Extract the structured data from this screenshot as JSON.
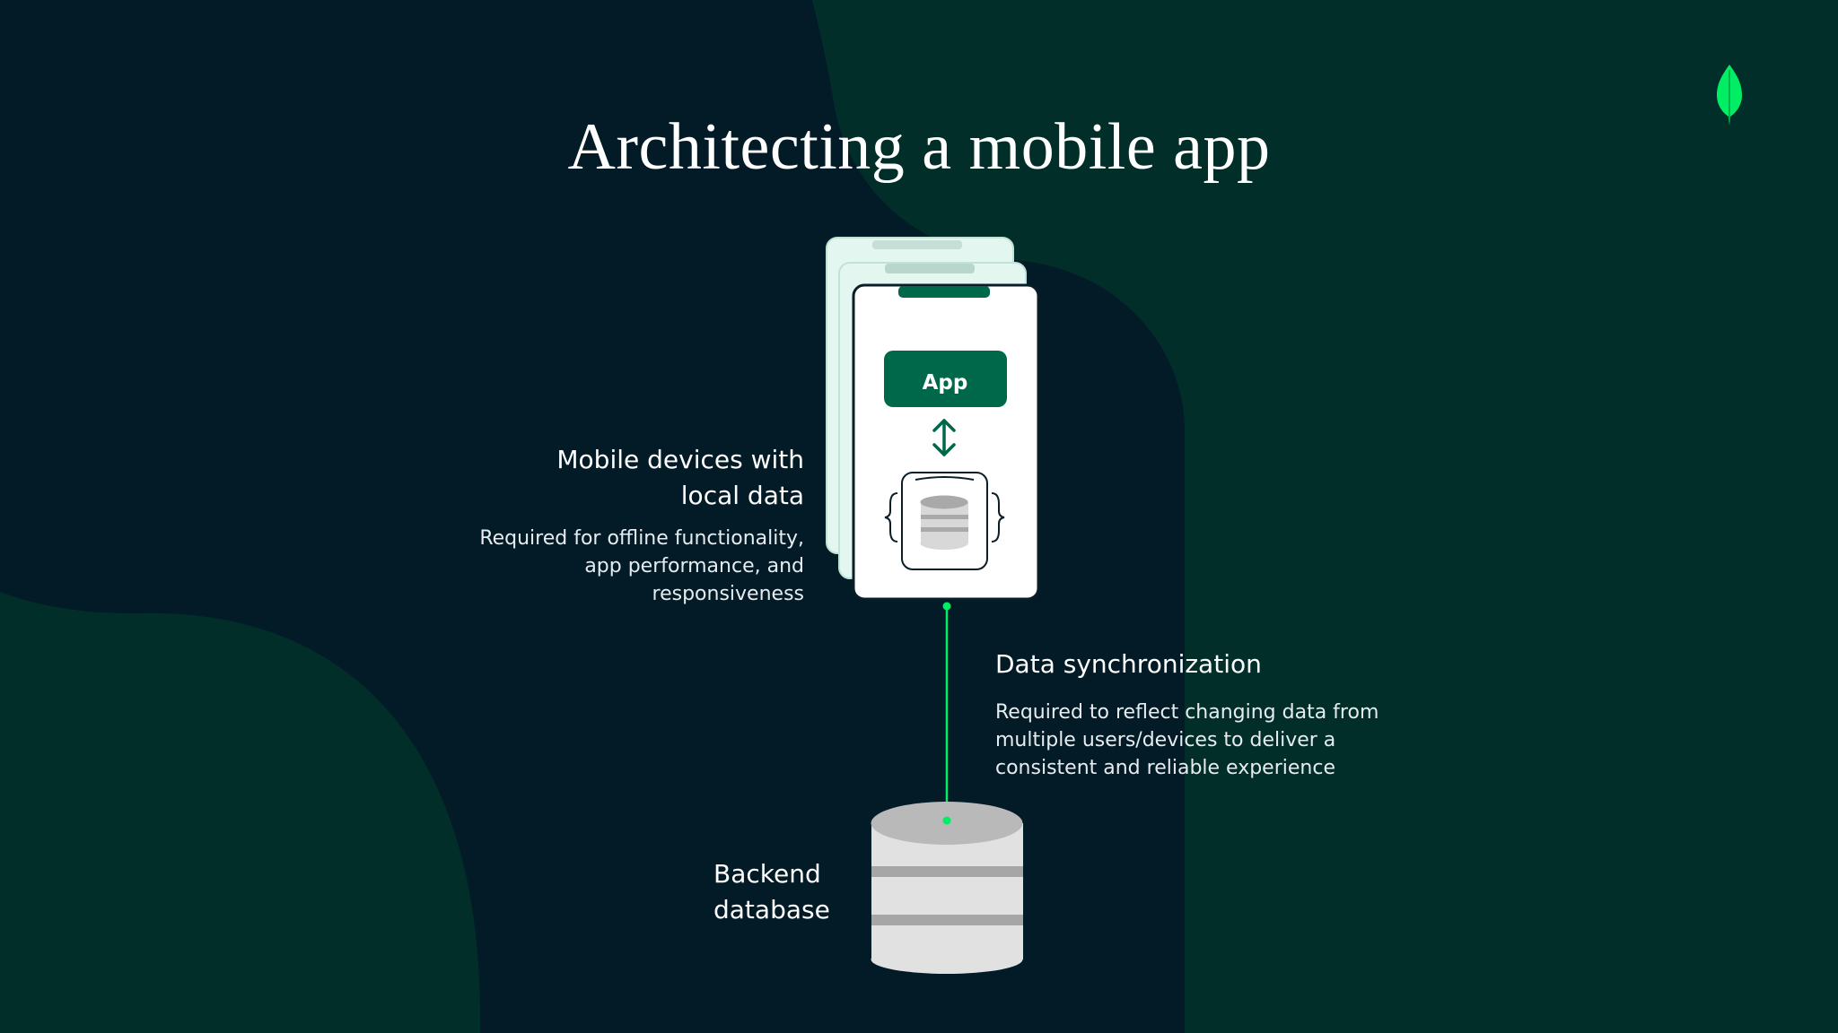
{
  "slide": {
    "title": "Architecting a mobile app"
  },
  "colors": {
    "background": "#031b27",
    "blob": "#022e2a",
    "accent_green": "#00ed64",
    "dark_green": "#00684a",
    "phone_ghost": "#e3f6ef",
    "db_gray": "#bdbdbd"
  },
  "icons": {
    "logo": "mongodb-leaf-icon",
    "sync_arrow": "double-arrow-vertical-icon",
    "local_db": "database-icon",
    "backend_db": "database-icon"
  },
  "diagram": {
    "app_label": "App",
    "mobile": {
      "heading_lines": [
        "Mobile devices with",
        "local data"
      ],
      "desc_lines": [
        "Required for offline functionality,",
        "app performance, and",
        "responsiveness"
      ]
    },
    "sync": {
      "heading": "Data synchronization",
      "desc_lines": [
        "Required to reflect changing data from",
        "multiple users/devices to deliver a",
        "consistent and reliable experience"
      ]
    },
    "backend": {
      "heading_lines": [
        "Backend",
        "database"
      ]
    }
  }
}
